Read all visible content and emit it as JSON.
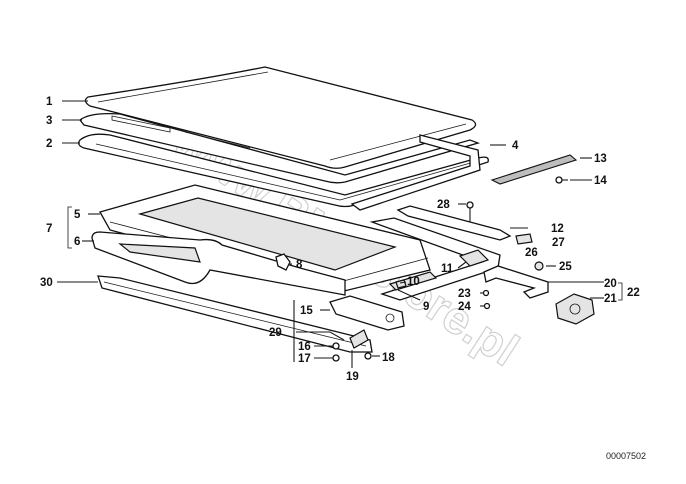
{
  "watermark": "www.BMWstore.pl",
  "part_number": "00007502",
  "callouts": {
    "c1": "1",
    "c2": "2",
    "c3": "3",
    "c4": "4",
    "c5": "5",
    "c6": "6",
    "c7": "7",
    "c8": "8",
    "c9": "9",
    "c10": "10",
    "c11": "11",
    "c12": "12",
    "c13": "13",
    "c14": "14",
    "c15": "15",
    "c16": "16",
    "c17": "17",
    "c18": "18",
    "c19": "19",
    "c20": "20",
    "c21": "21",
    "c22": "22",
    "c23": "23",
    "c24": "24",
    "c25": "25",
    "c26": "26",
    "c27": "27",
    "c28": "28",
    "c29": "29",
    "c30": "30"
  }
}
